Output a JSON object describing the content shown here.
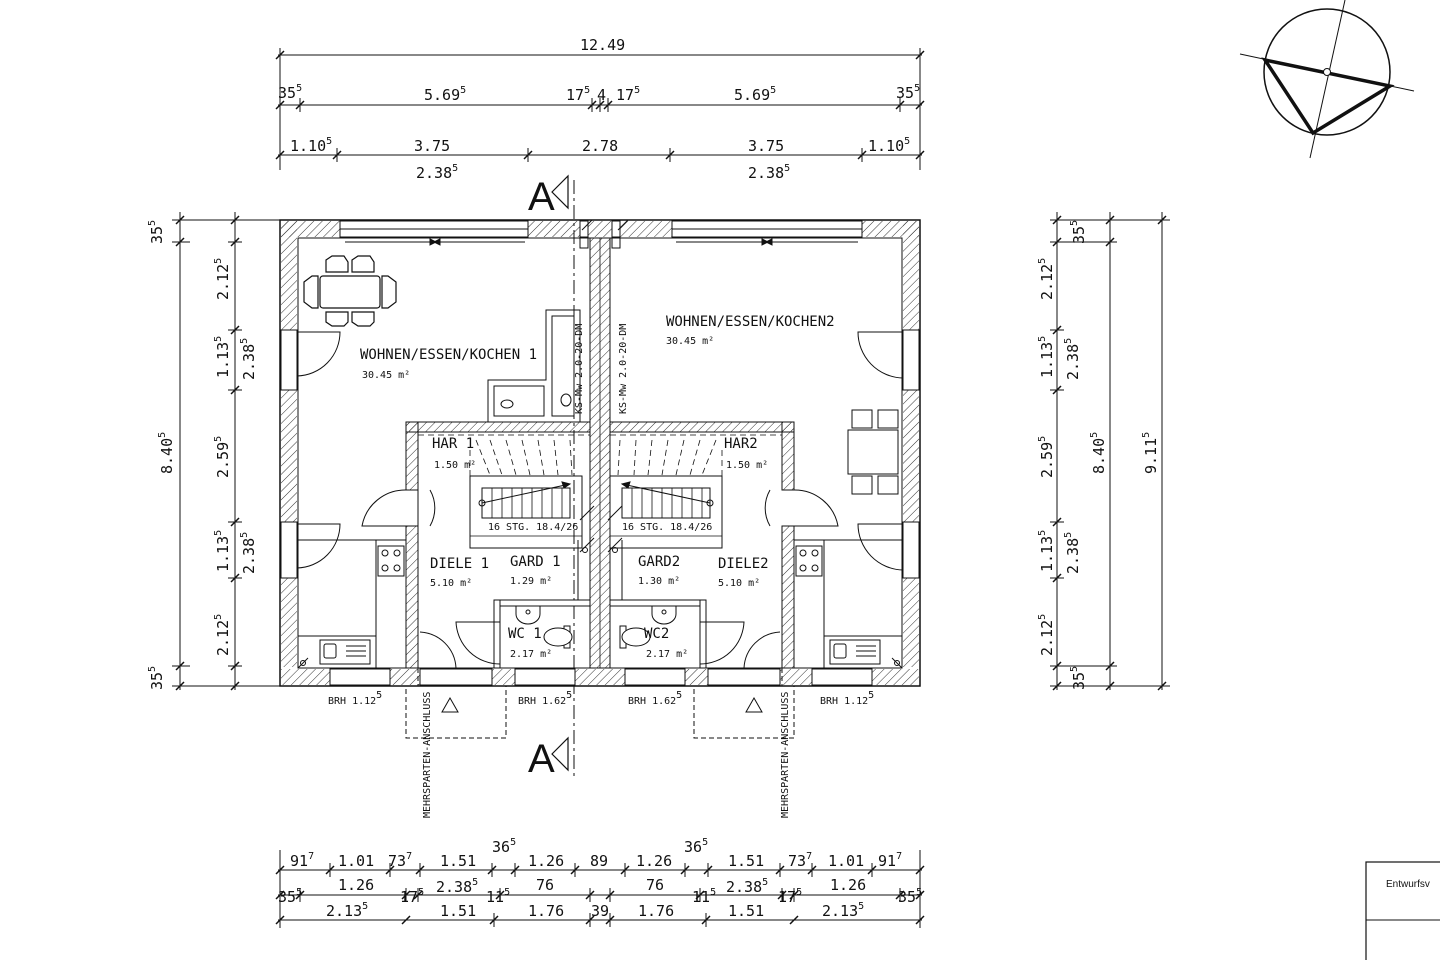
{
  "drawing": {
    "section_mark": "A",
    "top_dims": {
      "overall": "12.49",
      "row2": [
        {
          "t": "35",
          "s": "5"
        },
        {
          "t": "5.69",
          "s": "5"
        },
        {
          "t": "17",
          "s": "5"
        },
        {
          "t": "4",
          "s": ""
        },
        {
          "t": "17",
          "s": "5"
        },
        {
          "t": "5.69",
          "s": "5"
        },
        {
          "t": "35",
          "s": "5"
        }
      ],
      "row3": [
        {
          "t": "1.10",
          "s": "5"
        },
        {
          "t": "3.75",
          "s": ""
        },
        {
          "t": "2.78",
          "s": ""
        },
        {
          "t": "3.75",
          "s": ""
        },
        {
          "t": "1.10",
          "s": "5"
        }
      ],
      "row3b": [
        {
          "t": "2.38",
          "s": "5"
        },
        {
          "t": "2.38",
          "s": "5"
        }
      ]
    },
    "left_dims": {
      "overall": {
        "t": "8.40",
        "s": "5"
      },
      "chain": [
        {
          "t": "35",
          "s": "5"
        },
        {
          "t": "2.12",
          "s": "5"
        },
        {
          "t": "1.13",
          "s": "5"
        },
        {
          "t": "2.38",
          "s": "5"
        },
        {
          "t": "2.59",
          "s": "5"
        },
        {
          "t": "1.13",
          "s": "5"
        },
        {
          "t": "2.38",
          "s": "5"
        },
        {
          "t": "2.12",
          "s": "5"
        },
        {
          "t": "35",
          "s": "5"
        }
      ]
    },
    "right_dims": {
      "overall1": {
        "t": "8.40",
        "s": "5"
      },
      "overall2": {
        "t": "9.11",
        "s": "5"
      },
      "chain": [
        {
          "t": "35",
          "s": "5"
        },
        {
          "t": "2.12",
          "s": "5"
        },
        {
          "t": "1.13",
          "s": "5"
        },
        {
          "t": "2.38",
          "s": "5"
        },
        {
          "t": "2.59",
          "s": "5"
        },
        {
          "t": "1.13",
          "s": "5"
        },
        {
          "t": "2.38",
          "s": "5"
        },
        {
          "t": "2.12",
          "s": "5"
        },
        {
          "t": "35",
          "s": "5"
        }
      ]
    },
    "bottom_dims": {
      "row1": [
        {
          "t": "91",
          "s": "7"
        },
        {
          "t": "1.01",
          "s": ""
        },
        {
          "t": "73",
          "s": "7"
        },
        {
          "t": "1.51",
          "s": ""
        },
        {
          "t": "36",
          "s": "5"
        },
        {
          "t": "1.26",
          "s": ""
        },
        {
          "t": "89",
          "s": ""
        },
        {
          "t": "1.26",
          "s": ""
        },
        {
          "t": "36",
          "s": "5"
        },
        {
          "t": "1.51",
          "s": ""
        },
        {
          "t": "73",
          "s": "7"
        },
        {
          "t": "1.01",
          "s": ""
        },
        {
          "t": "91",
          "s": "7"
        }
      ],
      "row2": [
        {
          "t": "35",
          "s": "5"
        },
        {
          "t": "1.26",
          "s": ""
        },
        {
          "t": "17",
          "s": "5"
        },
        {
          "t": "2.38",
          "s": "5"
        },
        {
          "t": "11",
          "s": "5"
        },
        {
          "t": "76",
          "s": ""
        },
        {
          "t": "76",
          "s": ""
        },
        {
          "t": "11",
          "s": "5"
        },
        {
          "t": "2.38",
          "s": "5"
        },
        {
          "t": "17",
          "s": "5"
        },
        {
          "t": "1.26",
          "s": ""
        },
        {
          "t": "35",
          "s": "5"
        }
      ],
      "row3": [
        {
          "t": "2.13",
          "s": "5"
        },
        {
          "t": "1.51",
          "s": ""
        },
        {
          "t": "1.76",
          "s": ""
        },
        {
          "t": "39",
          "s": ""
        },
        {
          "t": "1.76",
          "s": ""
        },
        {
          "t": "1.51",
          "s": ""
        },
        {
          "t": "2.13",
          "s": "5"
        }
      ]
    },
    "rooms": {
      "wek1": {
        "name": "WOHNEN/ESSEN/KOCHEN 1",
        "area": "30.45 m²"
      },
      "wek2": {
        "name": "WOHNEN/ESSEN/KOCHEN2",
        "area": "30.45 m²"
      },
      "har1": {
        "name": "HAR 1",
        "area": "1.50 m²"
      },
      "har2": {
        "name": "HAR2",
        "area": "1.50 m²"
      },
      "diele1": {
        "name": "DIELE 1",
        "area": "5.10 m²"
      },
      "diele2": {
        "name": "DIELE2",
        "area": "5.10 m²"
      },
      "gard1": {
        "name": "GARD 1",
        "area": "1.29 m²"
      },
      "gard2": {
        "name": "GARD2",
        "area": "1.30 m²"
      },
      "wc1": {
        "name": "WC 1",
        "area": "2.17 m²"
      },
      "wc2": {
        "name": "WC2",
        "area": "2.17 m²"
      }
    },
    "stairs": {
      "left": "16 STG. 18.4/26",
      "right": "16 STG. 18.4/26"
    },
    "wall_labels": {
      "left": "KS-Mw 2.0-20-DM",
      "right": "KS-Mw 2.0-20-DM"
    },
    "sills": {
      "b1": "BRH 1.12",
      "b1s": "5",
      "b2": "BRH 1.62",
      "b2s": "5",
      "b3": "BRH 1.62",
      "b3s": "5",
      "b4": "BRH 1.12",
      "b4s": "5"
    },
    "utility": {
      "left": "MEHRSPARTEN-ANSCHLUSS",
      "right": "MEHRSPARTEN-ANSCHLUSS"
    },
    "title_block": {
      "text": "Entwurfsv"
    }
  }
}
